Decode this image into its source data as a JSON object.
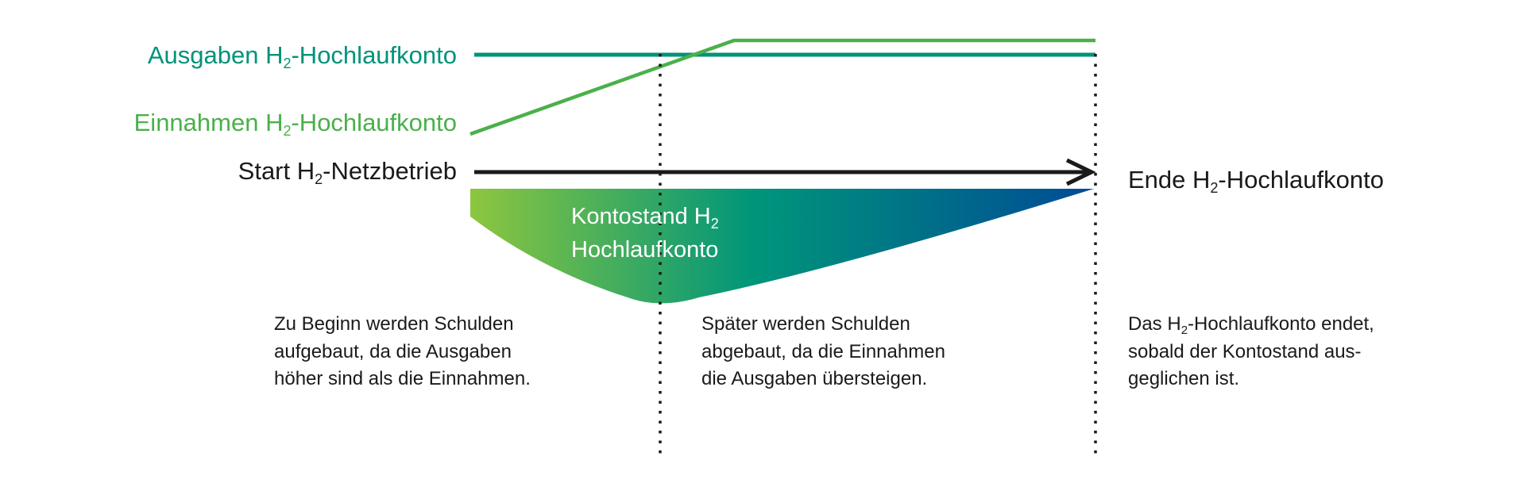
{
  "labels": {
    "ausgaben": {
      "pre": "Ausgaben H",
      "sub": "2",
      "post": "-Hochlaufkonto"
    },
    "einnahmen": {
      "pre": "Einnahmen H",
      "sub": "2",
      "post": "-Hochlaufkonto"
    },
    "start": {
      "pre": "Start H",
      "sub": "2",
      "post": "-Netzbetrieb"
    },
    "ende": {
      "pre": "Ende H",
      "sub": "2",
      "post": "-Hochlaufkonto"
    },
    "kontostand": {
      "line1_pre": "Kontostand H",
      "line1_sub": "2",
      "line2": "Hochlaufkonto"
    }
  },
  "notes": {
    "phase1": [
      "Zu Beginn werden Schulden",
      "aufgebaut, da die Ausgaben",
      "höher sind als die Einnahmen."
    ],
    "phase2": [
      "Später werden Schulden",
      "abgebaut, da die Einnahmen",
      "die Ausgaben übersteigen."
    ],
    "phase3": {
      "line1_pre": "Das H",
      "line1_sub": "2",
      "line1_post": "-Hochlaufkonto endet,",
      "line2": "sobald der Kontostand aus-",
      "line3": "geglichen ist."
    }
  },
  "colors": {
    "ausgaben": "#00927a",
    "einnahmen": "#4bb04a",
    "arrow": "#1a1a1a",
    "gradient_start": "#8dc63f",
    "gradient_mid": "#00967a",
    "gradient_end": "#004b96"
  }
}
